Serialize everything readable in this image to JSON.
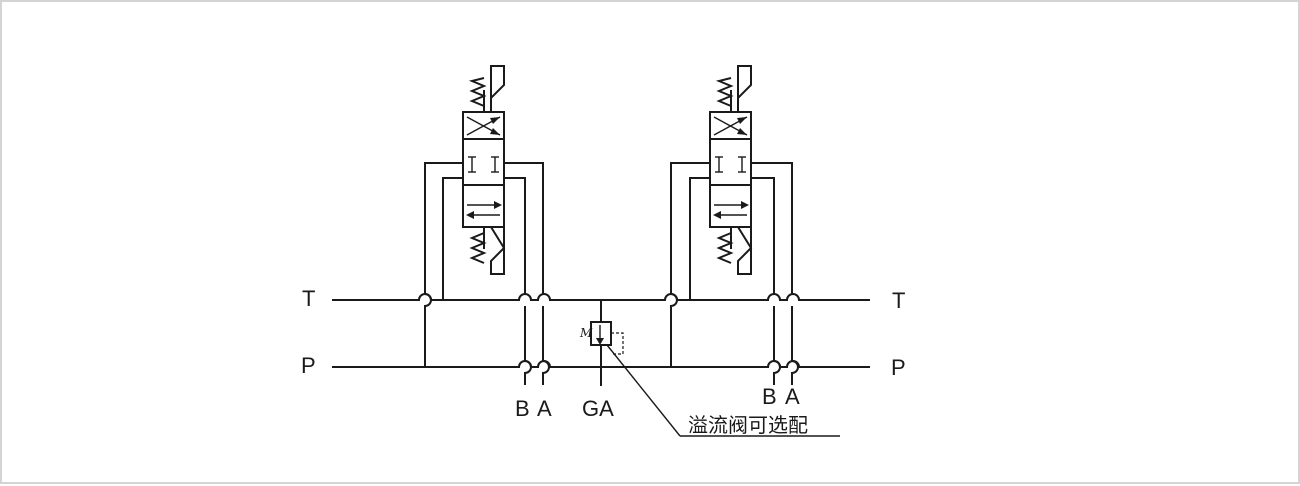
{
  "lines": {
    "tank_left": "T",
    "tank_right": "T",
    "pressure_left": "P",
    "pressure_right": "P"
  },
  "valve_1": {
    "port_b": "B",
    "port_a": "A"
  },
  "valve_2": {
    "port_b": "B",
    "port_a": "A"
  },
  "gauge_port": "GA",
  "relief_valve": {
    "note": "溢流阀可选配",
    "spring_mark": "M"
  }
}
